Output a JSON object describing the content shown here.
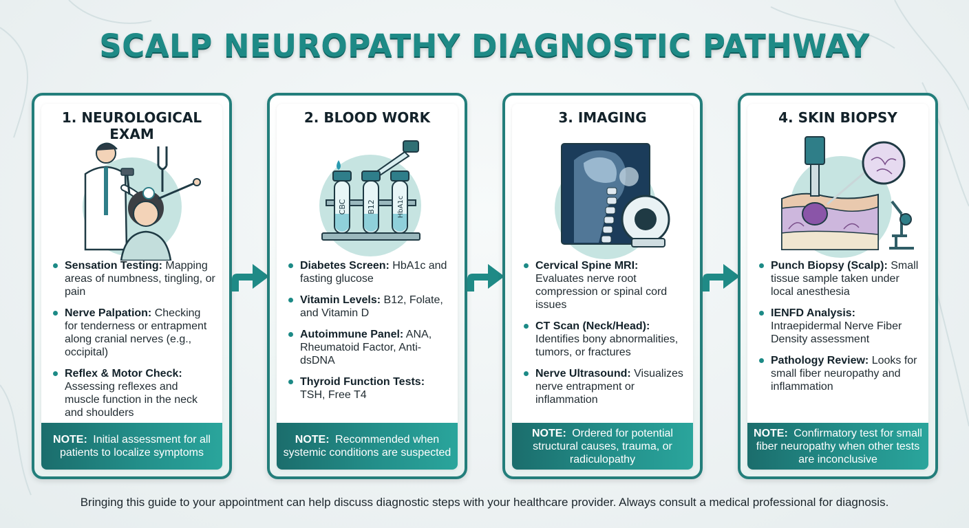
{
  "title": "SCALP NEUROPATHY DIAGNOSTIC PATHWAY",
  "footer": "Bringing this guide to your appointment can help discuss diagnostic steps with your healthcare provider. Always consult a medical professional for diagnosis.",
  "colors": {
    "teal": "#1c8a86",
    "teal_dark": "#1b6d6c",
    "border": "#237e7b"
  },
  "icons": [
    "doctor-exam-illustration",
    "blood-tubes-illustration",
    "mri-illustration",
    "skin-biopsy-illustration",
    "arrow-icon"
  ],
  "steps": [
    {
      "title": "1. NEUROLOGICAL EXAM",
      "tube_labels": [],
      "bullets": [
        {
          "label": "Sensation Testing:",
          "text": " Mapping areas of numbness, tingling, or pain"
        },
        {
          "label": "Nerve Palpation:",
          "text": " Checking for tenderness or entrapment along cranial nerves (e.g., occipital)"
        },
        {
          "label": "Reflex & Motor Check:",
          "text": " Assessing reflexes and muscle function in the neck and shoulders"
        }
      ],
      "note": {
        "label": "NOTE:",
        "text": " Initial assessment for all patients to localize symptoms"
      }
    },
    {
      "title": "2. BLOOD WORK",
      "tube_labels": [
        "CBC",
        "B12",
        "HbA1c"
      ],
      "bullets": [
        {
          "label": "Diabetes Screen:",
          "text": " HbA1c and fasting glucose"
        },
        {
          "label": "Vitamin Levels:",
          "text": " B12, Folate, and Vitamin D"
        },
        {
          "label": "Autoimmune Panel:",
          "text": " ANA, Rheumatoid Factor, Anti-dsDNA"
        },
        {
          "label": "Thyroid Function Tests:",
          "text": " TSH, Free T4"
        }
      ],
      "note": {
        "label": "NOTE:",
        "text": " Recommended when systemic conditions are suspected"
      }
    },
    {
      "title": "3. IMAGING",
      "tube_labels": [],
      "bullets": [
        {
          "label": "Cervical Spine MRI:",
          "text": " Evaluates nerve root compression or spinal cord issues"
        },
        {
          "label": "CT Scan (Neck/Head):",
          "text": " Identifies bony abnormalities, tumors, or fractures"
        },
        {
          "label": "Nerve Ultrasound:",
          "text": " Visualizes nerve entrapment or inflammation"
        }
      ],
      "note": {
        "label": "NOTE:",
        "text": " Ordered for potential structural causes, trauma, or radiculopathy"
      }
    },
    {
      "title": "4. SKIN BIOPSY",
      "tube_labels": [],
      "bullets": [
        {
          "label": "Punch Biopsy (Scalp):",
          "text": " Small tissue sample taken under local anesthesia"
        },
        {
          "label": "IENFD Analysis:",
          "text": " Intraepidermal Nerve Fiber Density assessment"
        },
        {
          "label": "Pathology Review:",
          "text": " Looks for small fiber neuropathy and inflammation"
        }
      ],
      "note": {
        "label": "NOTE:",
        "text": " Confirmatory test for small fiber neuropathy when other tests are inconclusive"
      }
    }
  ]
}
